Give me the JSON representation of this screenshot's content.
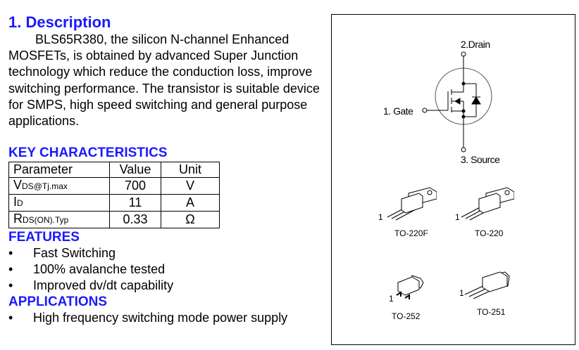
{
  "section_title": "1.  Description",
  "description": {
    "text": "BLS65R380, the silicon N-channel Enhanced MOSFETs, is obtained by advanced Super Junction technology which reduce the conduction loss, improve switching performance. The transistor is suitable device for SMPS, high speed switching and general purpose applications."
  },
  "key_characteristics": {
    "title": "KEY CHARACTERISTICS",
    "headers": [
      "Parameter",
      "Value",
      "Unit"
    ],
    "rows": [
      {
        "param": "V",
        "param_sub": "DS@Tj.max",
        "value": "700",
        "unit": "V"
      },
      {
        "param": "I",
        "param_sub": "D",
        "value": "11",
        "unit": "A"
      },
      {
        "param": "R",
        "param_sub": "DS(ON).Typ",
        "value": "0.33",
        "unit": "Ω"
      }
    ]
  },
  "features": {
    "title": "FEATURES",
    "items": [
      "Fast Switching",
      "100% avalanche tested",
      "Improved dv/dt capability"
    ]
  },
  "applications": {
    "title": "APPLICATIONS",
    "items": [
      "High frequency switching mode power supply"
    ]
  },
  "schematic": {
    "drain": "2.Drain",
    "gate": "1. Gate",
    "source": "3. Source"
  },
  "packages": [
    {
      "name": "TO-220F",
      "pin": "1"
    },
    {
      "name": "TO-220",
      "pin": "1"
    },
    {
      "name": "TO-252",
      "pin": "1"
    },
    {
      "name": "TO-251",
      "pin": "1"
    }
  ],
  "colors": {
    "heading": "#1a1aff"
  }
}
